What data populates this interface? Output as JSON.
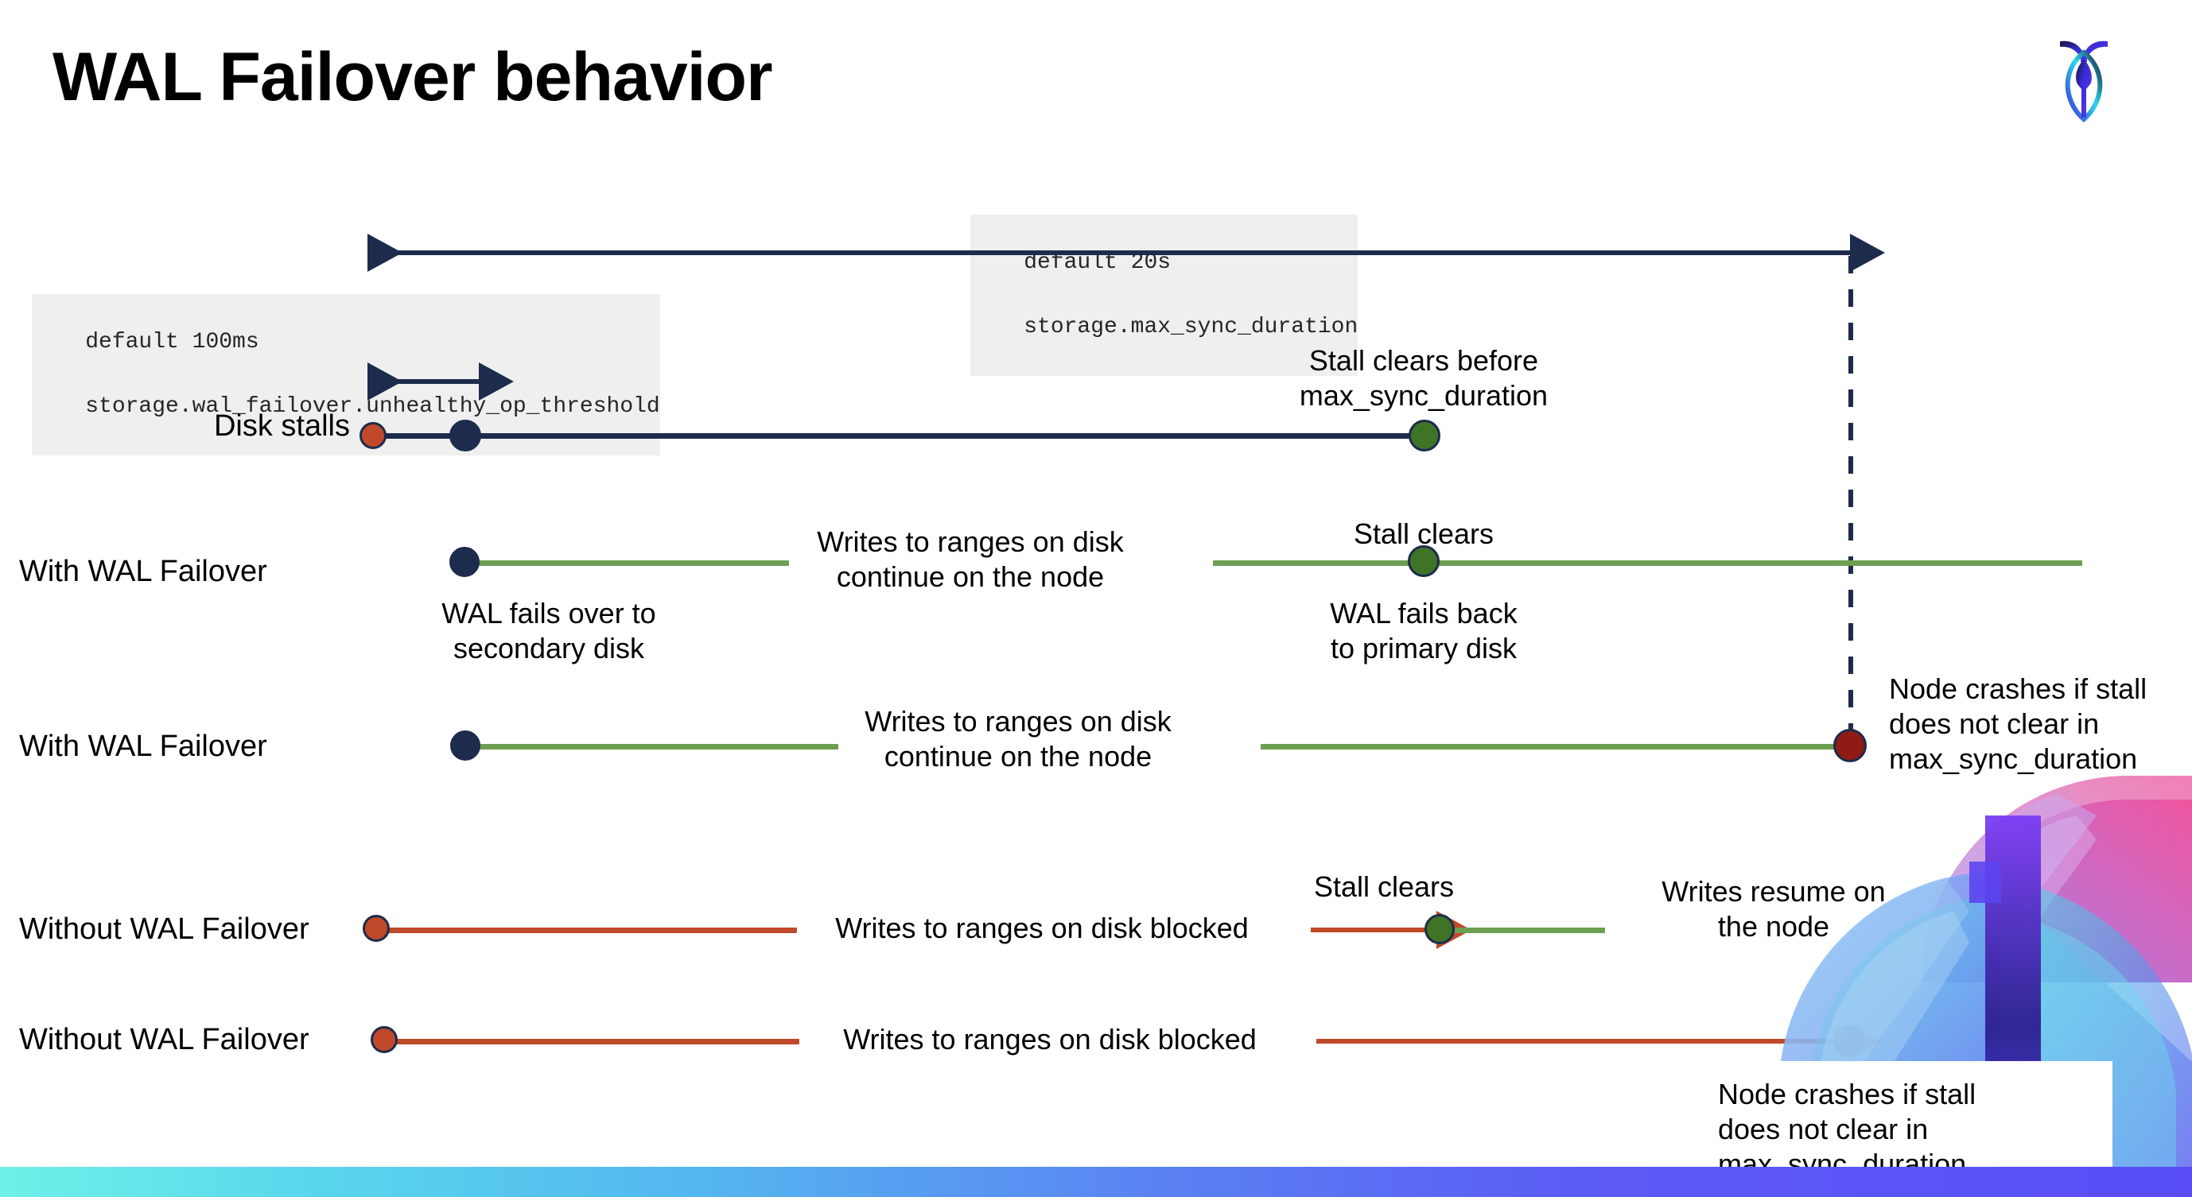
{
  "slide": {
    "title": "WAL Failover behavior",
    "logo_name": "cockroachdb-logo"
  },
  "annotations": {
    "max_sync": {
      "line1": "default 20s",
      "line2": "storage.max_sync_duration"
    },
    "unhealthy_threshold": {
      "line1": "default 100ms",
      "line2": "storage.wal_failover.unhealthy_op_threshold"
    }
  },
  "rows": [
    {
      "id": "disk-stalls",
      "label": "Disk stalls",
      "note_above": "Stall clears before\nmax_sync_duration"
    },
    {
      "id": "with-wal-failover-1",
      "label": "With WAL Failover",
      "note_mid": "Writes to ranges on disk\ncontinue on the node",
      "note_start_below": "WAL fails over to\nsecondary disk",
      "note_clear_above": "Stall clears",
      "note_clear_below": "WAL fails  back\nto primary disk"
    },
    {
      "id": "with-wal-failover-2",
      "label": "With WAL Failover",
      "note_mid": "Writes to ranges on disk\ncontinue on the node",
      "note_crash": "Node crashes if stall\ndoes not clear in\nmax_sync_duration"
    },
    {
      "id": "without-wal-failover-1",
      "label": "Without WAL Failover",
      "note_mid": "Writes to ranges on disk  blocked",
      "note_clear_above": "Stall clears",
      "note_resume": "Writes resume on\nthe node"
    },
    {
      "id": "without-wal-failover-2",
      "label": "Without WAL Failover",
      "note_mid": "Writes to ranges on disk  blocked",
      "note_crash": "Node crashes if stall\ndoes not clear in\nmax_sync_duration"
    }
  ],
  "colors": {
    "navy": "#1d2b4d",
    "green_line": "#6e9e52",
    "green_dot": "#3f7426",
    "red_line": "#c0492b",
    "red_dot": "#c0492b",
    "dark_red_dot": "#8e1b14",
    "code_bg": "#efefef",
    "text": "#000000"
  }
}
